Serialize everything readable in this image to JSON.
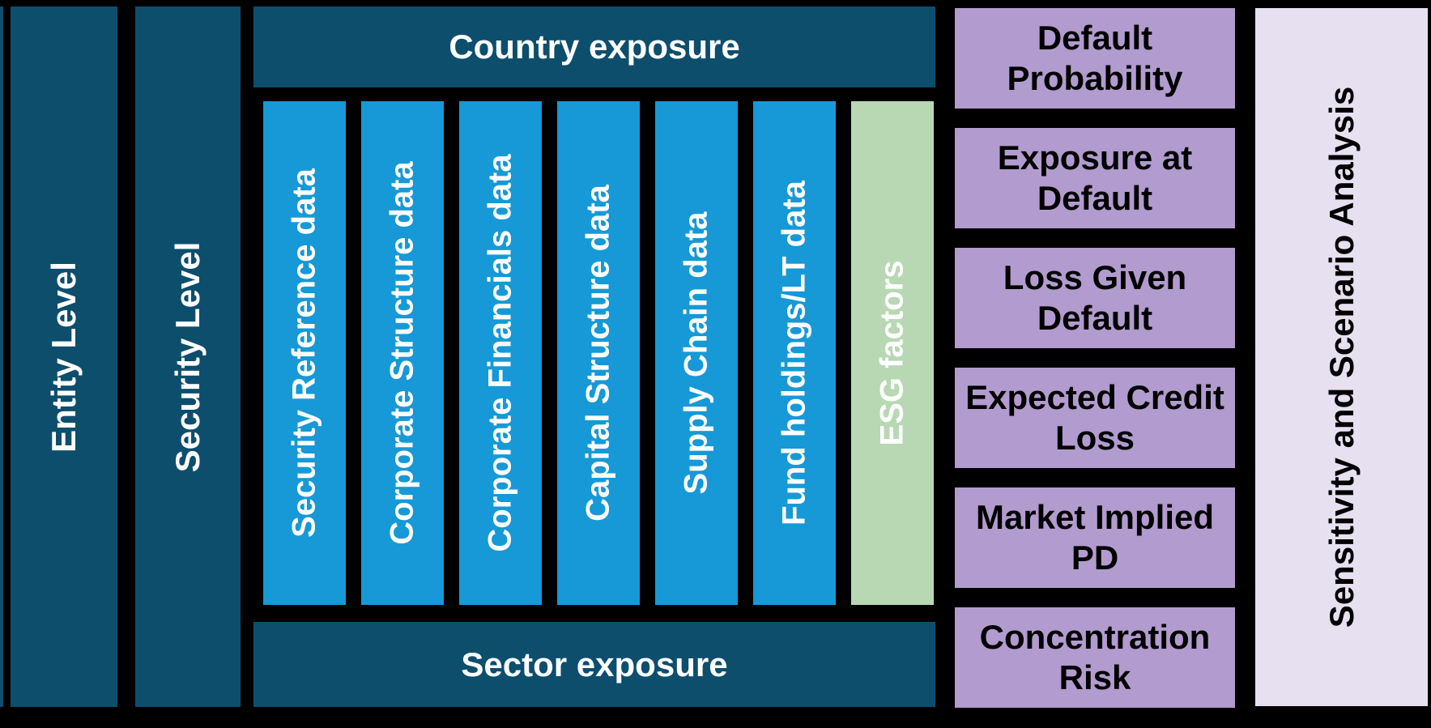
{
  "colors": {
    "background": "#000000",
    "teal": "#0D4E6D",
    "blue": "#1699D6",
    "green": "#B7D8B3",
    "purple": "#B29BCE",
    "lavender": "#E6E0F1",
    "text_light": "#FFFFFF",
    "text_dark": "#000000"
  },
  "left_bars": [
    {
      "label": "Entity Level"
    },
    {
      "label": "Security Level"
    }
  ],
  "middle": {
    "top_bar_label": "Country exposure",
    "data_bars": [
      "Security Reference data",
      "Corporate Structure data",
      "Corporate Financials data",
      "Capital Structure data",
      "Supply Chain data",
      "Fund holdings/LT data"
    ],
    "esg_bar_label": "ESG factors",
    "bottom_bar_label": "Sector exposure"
  },
  "risk_boxes": [
    "Default\nProbability",
    "Exposure at\nDefault",
    "Loss Given\nDefault",
    "Expected Credit\nLoss",
    "Market Implied\nPD",
    "Concentration\nRisk"
  ],
  "right_bar_label": "Sensitivity and Scenario Analysis"
}
